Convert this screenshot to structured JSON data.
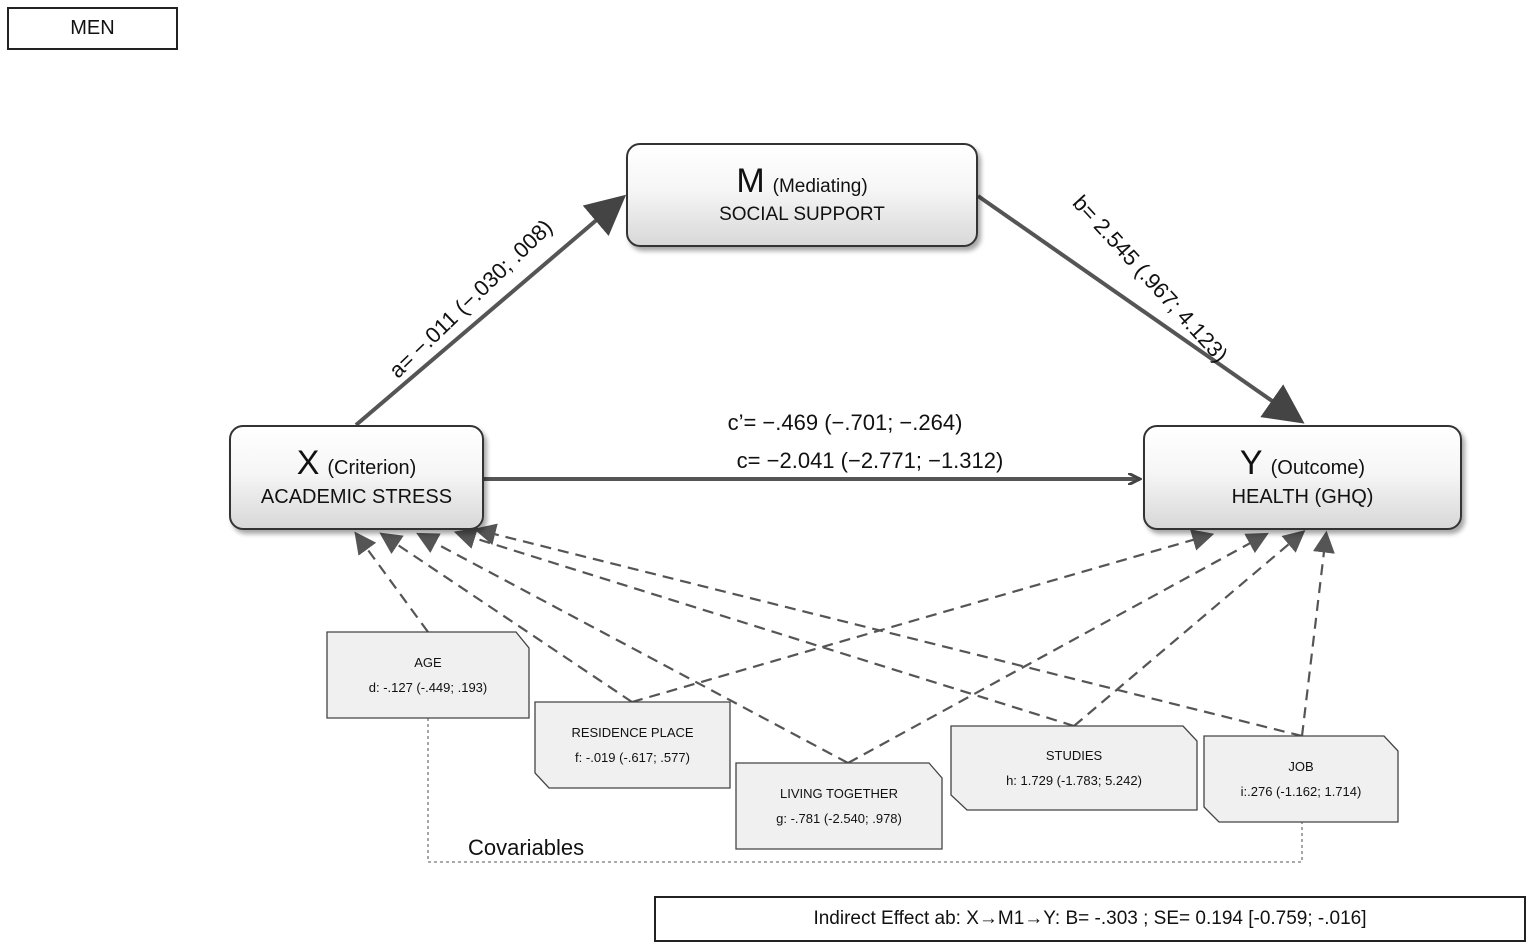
{
  "group_label": "MEN",
  "nodes": {
    "m": {
      "letter": "M",
      "role": "(Mediating)",
      "name": "SOCIAL SUPPORT"
    },
    "x": {
      "letter": "X",
      "role": "(Criterion)",
      "name": "ACADEMIC STRESS"
    },
    "y": {
      "letter": "Y",
      "role": "(Outcome)",
      "name": "HEALTH (GHQ)"
    }
  },
  "paths": {
    "a": "a= −.011 (−.030; .008)",
    "b": "b= 2.545 (.967; 4.123)",
    "c_prime": "c’= −.469 (−.701; −.264)",
    "c": "c= −2.041 (−2.771; −1.312)"
  },
  "covariates": [
    {
      "name": "AGE",
      "stat": "d: -.127 (-.449; .193)"
    },
    {
      "name": "RESIDENCE PLACE",
      "stat": "f: -.019 (-.617; .577)"
    },
    {
      "name": "LIVING TOGETHER",
      "stat": "g: -.781 (-2.540; .978)"
    },
    {
      "name": "STUDIES",
      "stat": "h: 1.729 (-1.783; 5.242)"
    },
    {
      "name": "JOB",
      "stat": "i:.276 (-1.162; 1.714)"
    }
  ],
  "covariables_label": "Covariables",
  "indirect_effect": "Indirect Effect ab: X→M1→Y:  B= -.303 ;  SE= 0.194 [-0.759; -.016]"
}
